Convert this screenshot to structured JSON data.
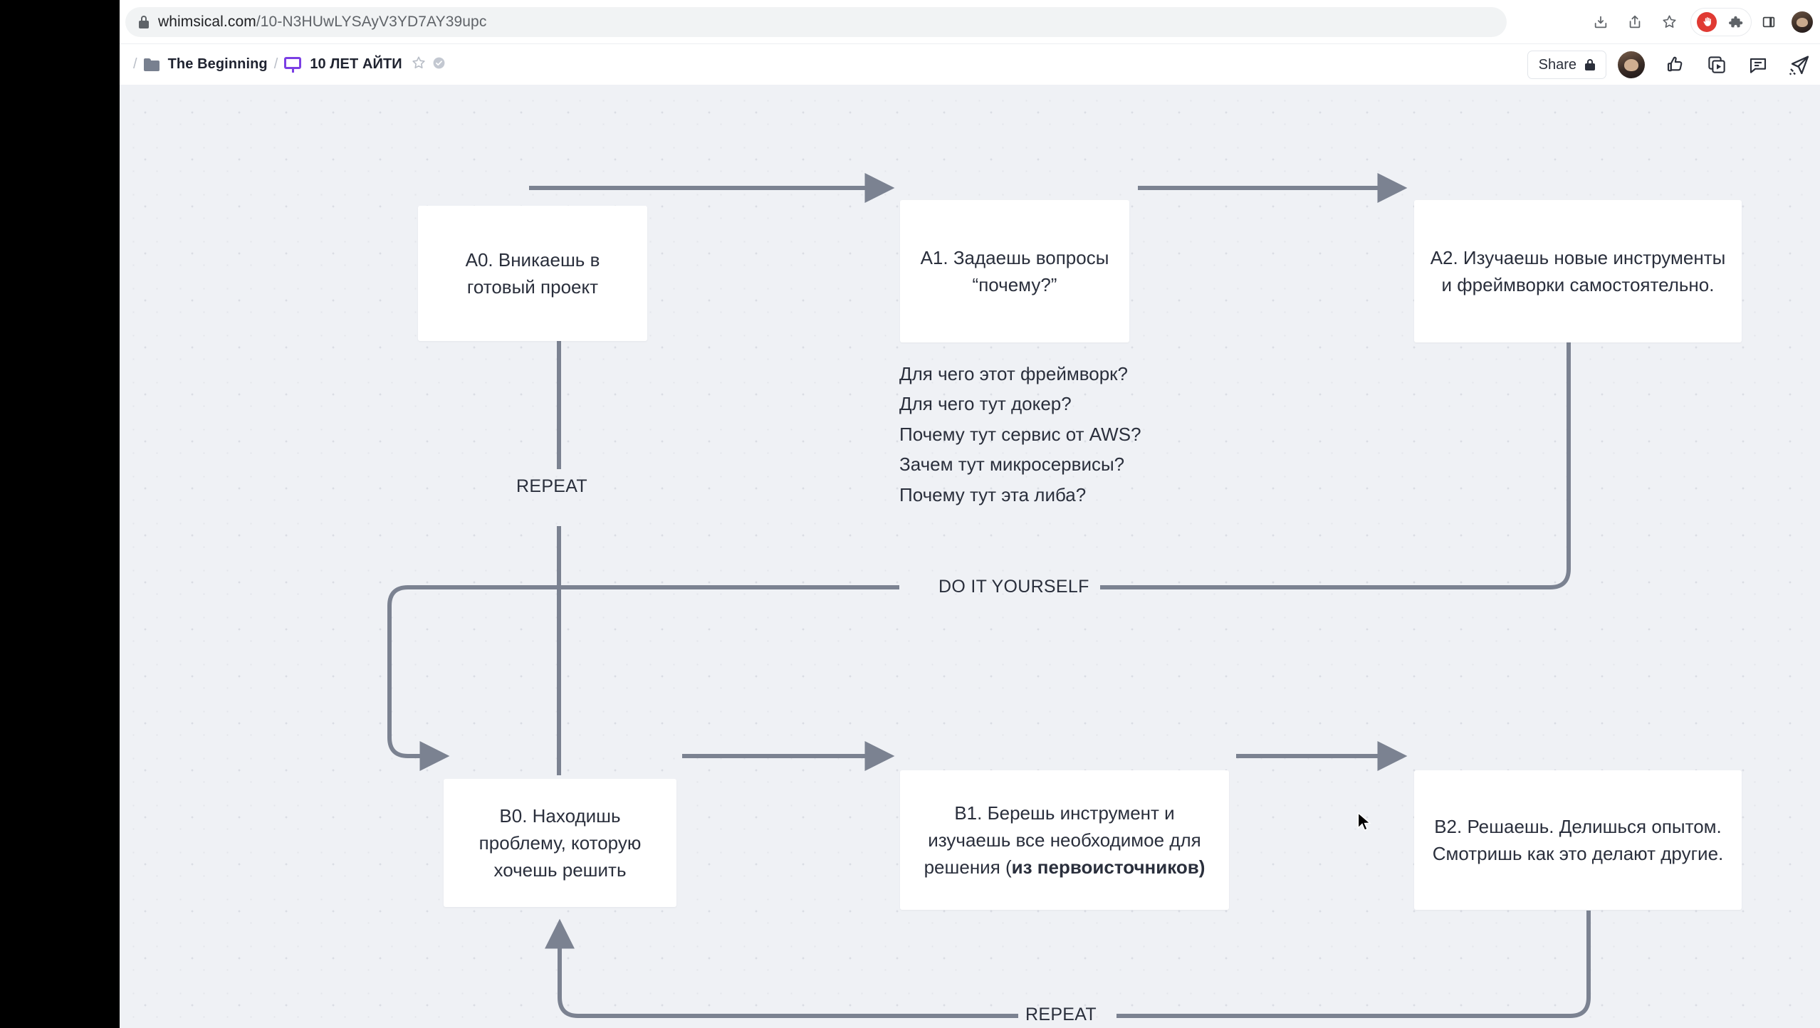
{
  "browser": {
    "url_host": "whimsical.com",
    "url_path": "/10-N3HUwLYSAyV3YD7AY39upc",
    "icons": [
      "install-icon",
      "share-icon",
      "bookmark-star-icon",
      "adblock-icon",
      "extensions-puzzle-icon",
      "side-panel-icon",
      "profile-avatar"
    ]
  },
  "toolbar": {
    "leading_slash": "/",
    "folder_name": "The Beginning",
    "separator": "/",
    "board_name": "10 ЛЕТ АЙТИ",
    "star_label": "favorite-star",
    "status_label": "saved-check",
    "share_label": "Share",
    "icons": [
      "thumbs-up-icon",
      "slideshow-icon",
      "comment-icon",
      "presentation-icon"
    ]
  },
  "canvas": {
    "background_color": "#eff1f5",
    "node_fill": "#ffffff",
    "connector_color": "#7b8291",
    "text_color": "#2a2f3c",
    "nodes": [
      {
        "id": "A0",
        "text": "A0. Вникаешь в готовый проект"
      },
      {
        "id": "A1",
        "text": "A1. Задаешь вопросы “почему?”"
      },
      {
        "id": "A2",
        "text": "A2. Изучаешь новые инструменты и фреймворки самостоятельно."
      },
      {
        "id": "B0",
        "text": "B0. Находишь проблему, которую хочешь решить"
      },
      {
        "id": "B1_plain",
        "text": "B1. Берешь инструмент и изучаешь все необходимое для решения ("
      },
      {
        "id": "B1_bold",
        "text": "из первоисточников)"
      },
      {
        "id": "B2",
        "text": "B2. Решаешь. Делишься опытом. Смотришь как это делают другие."
      }
    ],
    "questions": [
      "Для чего этот фреймворк?",
      "Для чего тут докер?",
      "Почему тут сервис от AWS?",
      "Зачем тут микросервисы?",
      "Почему тут эта либа?"
    ],
    "edge_labels": {
      "repeat_top": "REPEAT",
      "do_it_yourself": "DO IT YOURSELF",
      "repeat_bottom": "REPEAT"
    }
  }
}
